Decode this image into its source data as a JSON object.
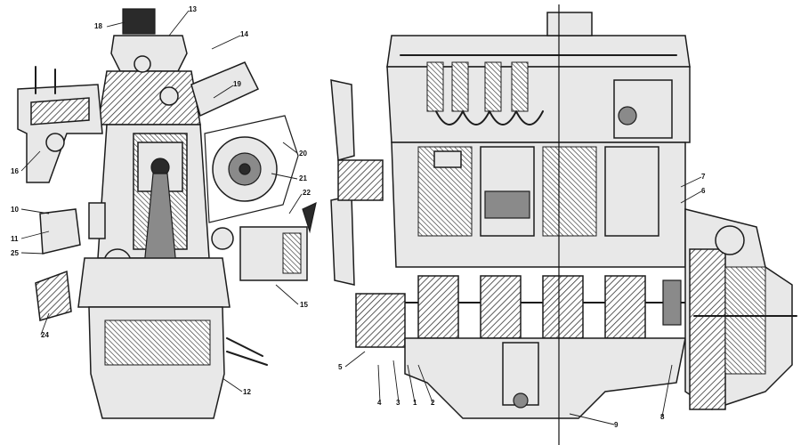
{
  "callouts": [
    {
      "id": "c18",
      "text": "18"
    },
    {
      "id": "c13",
      "text": "13"
    },
    {
      "id": "c14",
      "text": "14"
    },
    {
      "id": "c19",
      "text": "19"
    },
    {
      "id": "c16",
      "text": "16"
    },
    {
      "id": "c20",
      "text": "20"
    },
    {
      "id": "c21",
      "text": "21"
    },
    {
      "id": "c22",
      "text": "22"
    },
    {
      "id": "c10",
      "text": "10"
    },
    {
      "id": "c11",
      "text": "11"
    },
    {
      "id": "c25",
      "text": "25"
    },
    {
      "id": "c15",
      "text": "15"
    },
    {
      "id": "c24",
      "text": "24"
    },
    {
      "id": "c12",
      "text": "12"
    },
    {
      "id": "c7",
      "text": "7"
    },
    {
      "id": "c6",
      "text": "6"
    },
    {
      "id": "c5",
      "text": "5"
    },
    {
      "id": "c4",
      "text": "4"
    },
    {
      "id": "c3",
      "text": "3"
    },
    {
      "id": "c1",
      "text": "1"
    },
    {
      "id": "c2",
      "text": "2"
    },
    {
      "id": "c8",
      "text": "8"
    },
    {
      "id": "c9",
      "text": "9"
    }
  ]
}
